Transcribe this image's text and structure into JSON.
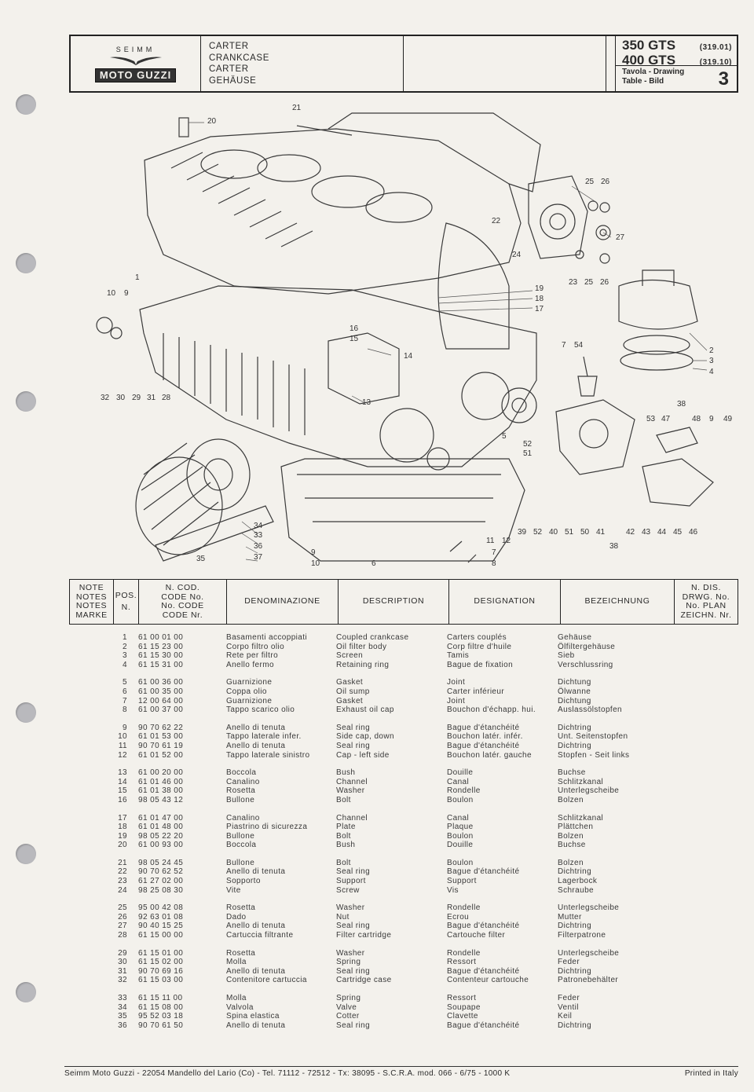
{
  "header": {
    "company": "SEIMM",
    "brand": "MOTO GUZZI",
    "titles": [
      "CARTER",
      "CRANKCASE",
      "CARTER",
      "GEHÄUSE"
    ],
    "models": [
      {
        "name": "350 GTS",
        "code": "(319.01)"
      },
      {
        "name": "400 GTS",
        "code": "(319.10)"
      }
    ],
    "table_label_1": "Tavola - Drawing",
    "table_label_2": "Table - Bild",
    "plate_number": "3"
  },
  "drawing": {
    "callouts": [
      "20",
      "21",
      "25",
      "26",
      "27",
      "22",
      "24",
      "23",
      "25",
      "26",
      "1",
      "10",
      "9",
      "19",
      "18",
      "17",
      "16",
      "15",
      "14",
      "13",
      "2",
      "3",
      "4",
      "7",
      "54",
      "32",
      "30",
      "29",
      "31",
      "28",
      "38",
      "53",
      "47",
      "48",
      "9",
      "49",
      "5",
      "52",
      "51",
      "34",
      "33",
      "36",
      "37",
      "35",
      "9",
      "10",
      "11",
      "12",
      "7",
      "8",
      "6",
      "39",
      "52",
      "40",
      "51",
      "50",
      "41",
      "42",
      "43",
      "44",
      "45",
      "46",
      "38"
    ]
  },
  "table_header": {
    "notes": [
      "NOTE",
      "NOTES",
      "NOTES",
      "MARKE"
    ],
    "pos": [
      "POS.",
      "N."
    ],
    "code": [
      "N. COD.",
      "CODE No.",
      "No. CODE",
      "CODE Nr."
    ],
    "it": "DENOMINAZIONE",
    "en": "DESCRIPTION",
    "fr": "DESIGNATION",
    "de": "BEZEICHNUNG",
    "drawing_no": [
      "N. DIS.",
      "DRWG. No.",
      "No. PLAN",
      "ZEICHN. Nr."
    ]
  },
  "parts": [
    [
      {
        "pos": "1",
        "code": "61 00 01 00",
        "it": "Basamenti accoppiati",
        "en": "Coupled crankcase",
        "fr": "Carters couplés",
        "de": "Gehäuse"
      },
      {
        "pos": "2",
        "code": "61 15 23 00",
        "it": "Corpo filtro olio",
        "en": "Oil filter body",
        "fr": "Corp filtre d'huile",
        "de": "Ölfiltergehäuse"
      },
      {
        "pos": "3",
        "code": "61 15 30 00",
        "it": "Rete per filtro",
        "en": "Screen",
        "fr": "Tamis",
        "de": "Sieb"
      },
      {
        "pos": "4",
        "code": "61 15 31 00",
        "it": "Anello fermo",
        "en": "Retaining ring",
        "fr": "Bague de fixation",
        "de": "Verschlussring"
      }
    ],
    [
      {
        "pos": "5",
        "code": "61 00 36 00",
        "it": "Guarnizione",
        "en": "Gasket",
        "fr": "Joint",
        "de": "Dichtung"
      },
      {
        "pos": "6",
        "code": "61 00 35 00",
        "it": "Coppa olio",
        "en": "Oil sump",
        "fr": "Carter inférieur",
        "de": "Ölwanne"
      },
      {
        "pos": "7",
        "code": "12 00 64 00",
        "it": "Guarnizione",
        "en": "Gasket",
        "fr": "Joint",
        "de": "Dichtung"
      },
      {
        "pos": "8",
        "code": "61 00 37 00",
        "it": "Tappo scarico olio",
        "en": "Exhaust oil cap",
        "fr": "Bouchon d'échapp. hui.",
        "de": "Auslassölstopfen"
      }
    ],
    [
      {
        "pos": "9",
        "code": "90 70 62 22",
        "it": "Anello di tenuta",
        "en": "Seal ring",
        "fr": "Bague d'étanchéité",
        "de": "Dichtring"
      },
      {
        "pos": "10",
        "code": "61 01 53 00",
        "it": "Tappo laterale infer.",
        "en": "Side cap, down",
        "fr": "Bouchon latér. infér.",
        "de": "Unt. Seitenstopfen"
      },
      {
        "pos": "11",
        "code": "90 70 61 19",
        "it": "Anello di tenuta",
        "en": "Seal ring",
        "fr": "Bague d'étanchéité",
        "de": "Dichtring"
      },
      {
        "pos": "12",
        "code": "61 01 52 00",
        "it": "Tappo laterale sinistro",
        "en": "Cap - left side",
        "fr": "Bouchon latér. gauche",
        "de": "Stopfen - Seit links"
      }
    ],
    [
      {
        "pos": "13",
        "code": "61 00 20 00",
        "it": "Boccola",
        "en": "Bush",
        "fr": "Douille",
        "de": "Buchse"
      },
      {
        "pos": "14",
        "code": "61 01 46 00",
        "it": "Canalino",
        "en": "Channel",
        "fr": "Canal",
        "de": "Schlitzkanal"
      },
      {
        "pos": "15",
        "code": "61 01 38 00",
        "it": "Rosetta",
        "en": "Washer",
        "fr": "Rondelle",
        "de": "Unterlegscheibe"
      },
      {
        "pos": "16",
        "code": "98 05 43 12",
        "it": "Bullone",
        "en": "Bolt",
        "fr": "Boulon",
        "de": "Bolzen"
      }
    ],
    [
      {
        "pos": "17",
        "code": "61 01 47 00",
        "it": "Canalino",
        "en": "Channel",
        "fr": "Canal",
        "de": "Schlitzkanal"
      },
      {
        "pos": "18",
        "code": "61 01 48 00",
        "it": "Piastrino di sicurezza",
        "en": "Plate",
        "fr": "Plaque",
        "de": "Plättchen"
      },
      {
        "pos": "19",
        "code": "98 05 22 20",
        "it": "Bullone",
        "en": "Bolt",
        "fr": "Boulon",
        "de": "Bolzen"
      },
      {
        "pos": "20",
        "code": "61 00 93 00",
        "it": "Boccola",
        "en": "Bush",
        "fr": "Douille",
        "de": "Buchse"
      }
    ],
    [
      {
        "pos": "21",
        "code": "98 05 24 45",
        "it": "Bullone",
        "en": "Bolt",
        "fr": "Boulon",
        "de": "Bolzen"
      },
      {
        "pos": "22",
        "code": "90 70 62 52",
        "it": "Anello di tenuta",
        "en": "Seal ring",
        "fr": "Bague d'étanchéité",
        "de": "Dichtring"
      },
      {
        "pos": "23",
        "code": "61 27 02 00",
        "it": "Sopporto",
        "en": "Support",
        "fr": "Support",
        "de": "Lagerbock"
      },
      {
        "pos": "24",
        "code": "98 25 08 30",
        "it": "Vite",
        "en": "Screw",
        "fr": "Vis",
        "de": "Schraube"
      }
    ],
    [
      {
        "pos": "25",
        "code": "95 00 42 08",
        "it": "Rosetta",
        "en": "Washer",
        "fr": "Rondelle",
        "de": "Unterlegscheibe"
      },
      {
        "pos": "26",
        "code": "92 63 01 08",
        "it": "Dado",
        "en": "Nut",
        "fr": "Ecrou",
        "de": "Mutter"
      },
      {
        "pos": "27",
        "code": "90 40 15 25",
        "it": "Anello di tenuta",
        "en": "Seal ring",
        "fr": "Bague d'étanchéité",
        "de": "Dichtring"
      },
      {
        "pos": "28",
        "code": "61 15 00 00",
        "it": "Cartuccia filtrante",
        "en": "Filter cartridge",
        "fr": "Cartouche filter",
        "de": "Filterpatrone"
      }
    ],
    [
      {
        "pos": "29",
        "code": "61 15 01 00",
        "it": "Rosetta",
        "en": "Washer",
        "fr": "Rondelle",
        "de": "Unterlegscheibe"
      },
      {
        "pos": "30",
        "code": "61 15 02 00",
        "it": "Molla",
        "en": "Spring",
        "fr": "Ressort",
        "de": "Feder"
      },
      {
        "pos": "31",
        "code": "90 70 69 16",
        "it": "Anello di tenuta",
        "en": "Seal ring",
        "fr": "Bague d'étanchéité",
        "de": "Dichtring"
      },
      {
        "pos": "32",
        "code": "61 15 03 00",
        "it": "Contenitore cartuccia",
        "en": "Cartridge case",
        "fr": "Contenteur cartouche",
        "de": "Patronebehälter"
      }
    ],
    [
      {
        "pos": "33",
        "code": "61 15 11 00",
        "it": "Molla",
        "en": "Spring",
        "fr": "Ressort",
        "de": "Feder"
      },
      {
        "pos": "34",
        "code": "61 15 08 00",
        "it": "Valvola",
        "en": "Valve",
        "fr": "Soupape",
        "de": "Ventil"
      },
      {
        "pos": "35",
        "code": "95 52 03 18",
        "it": "Spina elastica",
        "en": "Cotter",
        "fr": "Clavette",
        "de": "Keil"
      },
      {
        "pos": "36",
        "code": "90 70 61 50",
        "it": "Anello di tenuta",
        "en": "Seal ring",
        "fr": "Bague d'étanchéité",
        "de": "Dichtring"
      }
    ]
  ],
  "footer": {
    "left": "Seimm Moto Guzzi - 22054 Mandello del Lario (Co) - Tel. 71112 - 72512 - Tx: 38095 - S.C.R.A. mod. 066 - 6/75 - 1000 K",
    "right": "Printed in Italy"
  }
}
